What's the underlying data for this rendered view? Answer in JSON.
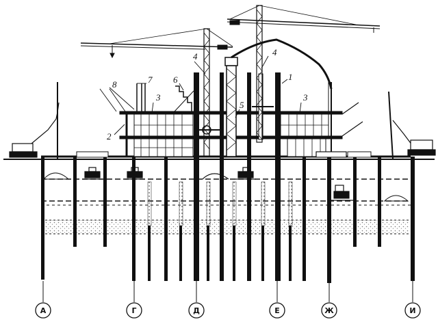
{
  "colors": {
    "ink": "#111111",
    "soil_hatch": "#888888",
    "glass": "#ffffff",
    "background": "#ffffff"
  },
  "callouts": {
    "c1": "1",
    "c2": "2",
    "c3a": "3",
    "c3b": "3",
    "c4a": "4",
    "c4b": "4",
    "c5": "5",
    "c6": "6",
    "c7": "7",
    "c8": "8"
  },
  "axes": {
    "a": "А",
    "g": "Г",
    "d": "Д",
    "e": "Е",
    "zh": "Ж",
    "i": "И"
  },
  "icons": {
    "crane_left": "tower-crane-icon",
    "crane_right": "tower-crane-icon",
    "concrete_boom": "concrete-pump-boom-icon",
    "excavator_left": "excavator-icon",
    "drill_rig_right": "drill-rig-icon",
    "bulldozer": "bulldozer-icon"
  }
}
